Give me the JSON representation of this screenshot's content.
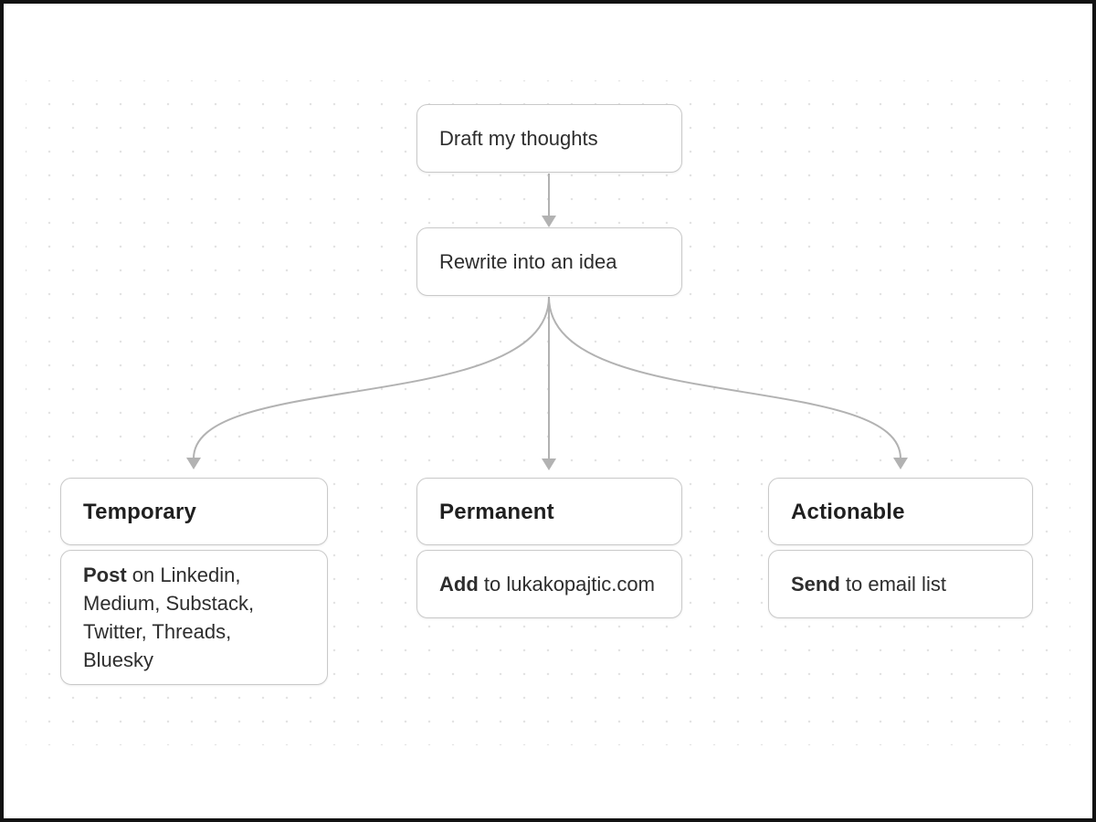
{
  "colors": {
    "frame_border": "#121212",
    "box_border": "#c9c9c9",
    "box_background": "#ffffff",
    "arrow": "#b2b2b2",
    "text": "#2d2d2d",
    "grid_dot": "#e3e3e3"
  },
  "diagram": {
    "draft": {
      "label": "Draft my thoughts"
    },
    "rewrite": {
      "label": "Rewrite into an idea"
    },
    "temporary": {
      "title": "Temporary",
      "action": "Post",
      "detail": " on Linkedin,\nMedium, Substack,\nTwitter, Threads, Bluesky"
    },
    "permanent": {
      "title": "Permanent",
      "action": "Add",
      "detail": " to lukakopajtic.com"
    },
    "actionable": {
      "title": "Actionable",
      "action": "Send",
      "detail": " to email list"
    },
    "edges": [
      {
        "from": "Draft my thoughts",
        "to": "Rewrite into an idea"
      },
      {
        "from": "Rewrite into an idea",
        "to": "Temporary"
      },
      {
        "from": "Rewrite into an idea",
        "to": "Permanent"
      },
      {
        "from": "Rewrite into an idea",
        "to": "Actionable"
      }
    ]
  }
}
